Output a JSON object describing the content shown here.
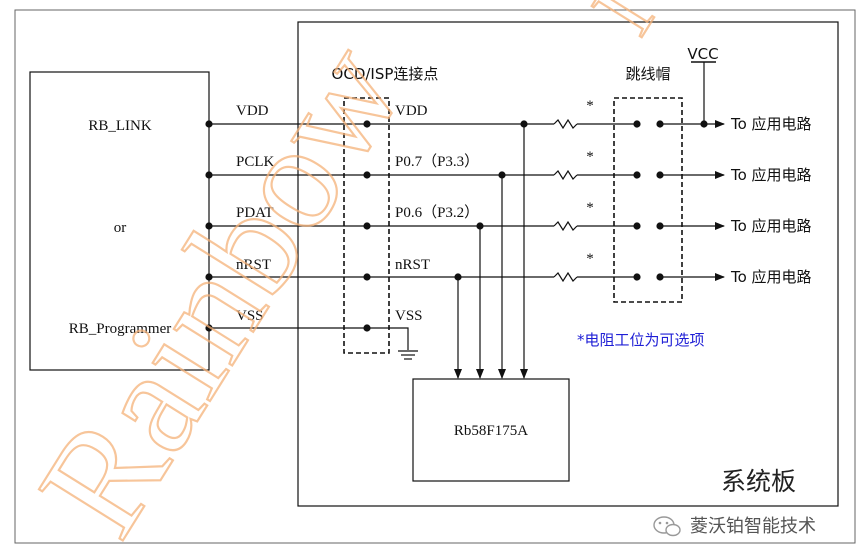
{
  "external_box": {
    "title": "RB_LINK",
    "middle": "or",
    "bottom": "RB_Programmer"
  },
  "signals": [
    {
      "name": "VDD",
      "chip_pin": "VDD"
    },
    {
      "name": "PCLK",
      "chip_pin": "P0.7（P3.3）"
    },
    {
      "name": "PDAT",
      "chip_pin": "P0.6（P3.2）"
    },
    {
      "name": "nRST",
      "chip_pin": "nRST"
    },
    {
      "name": "VSS",
      "chip_pin": "VSS"
    }
  ],
  "header": {
    "ocd_label": "OCD/ISP连接点",
    "jumper_label": "跳线帽",
    "vcc_label": "VCC"
  },
  "resistor_mark": "*",
  "outputs": [
    "To 应用电路",
    "To 应用电路",
    "To 应用电路",
    "To 应用电路"
  ],
  "note": "*电阻工位为可选项",
  "chip_label": "Rb58F175A",
  "board_label": "系统板",
  "watermark_text": "Rainbow",
  "watermark_tail": "I",
  "credit": "菱沃铂智能技术",
  "colors": {
    "line": "#111111",
    "note": "#1f1fd6",
    "watermark": "#f5b279",
    "frame": "#666666"
  }
}
